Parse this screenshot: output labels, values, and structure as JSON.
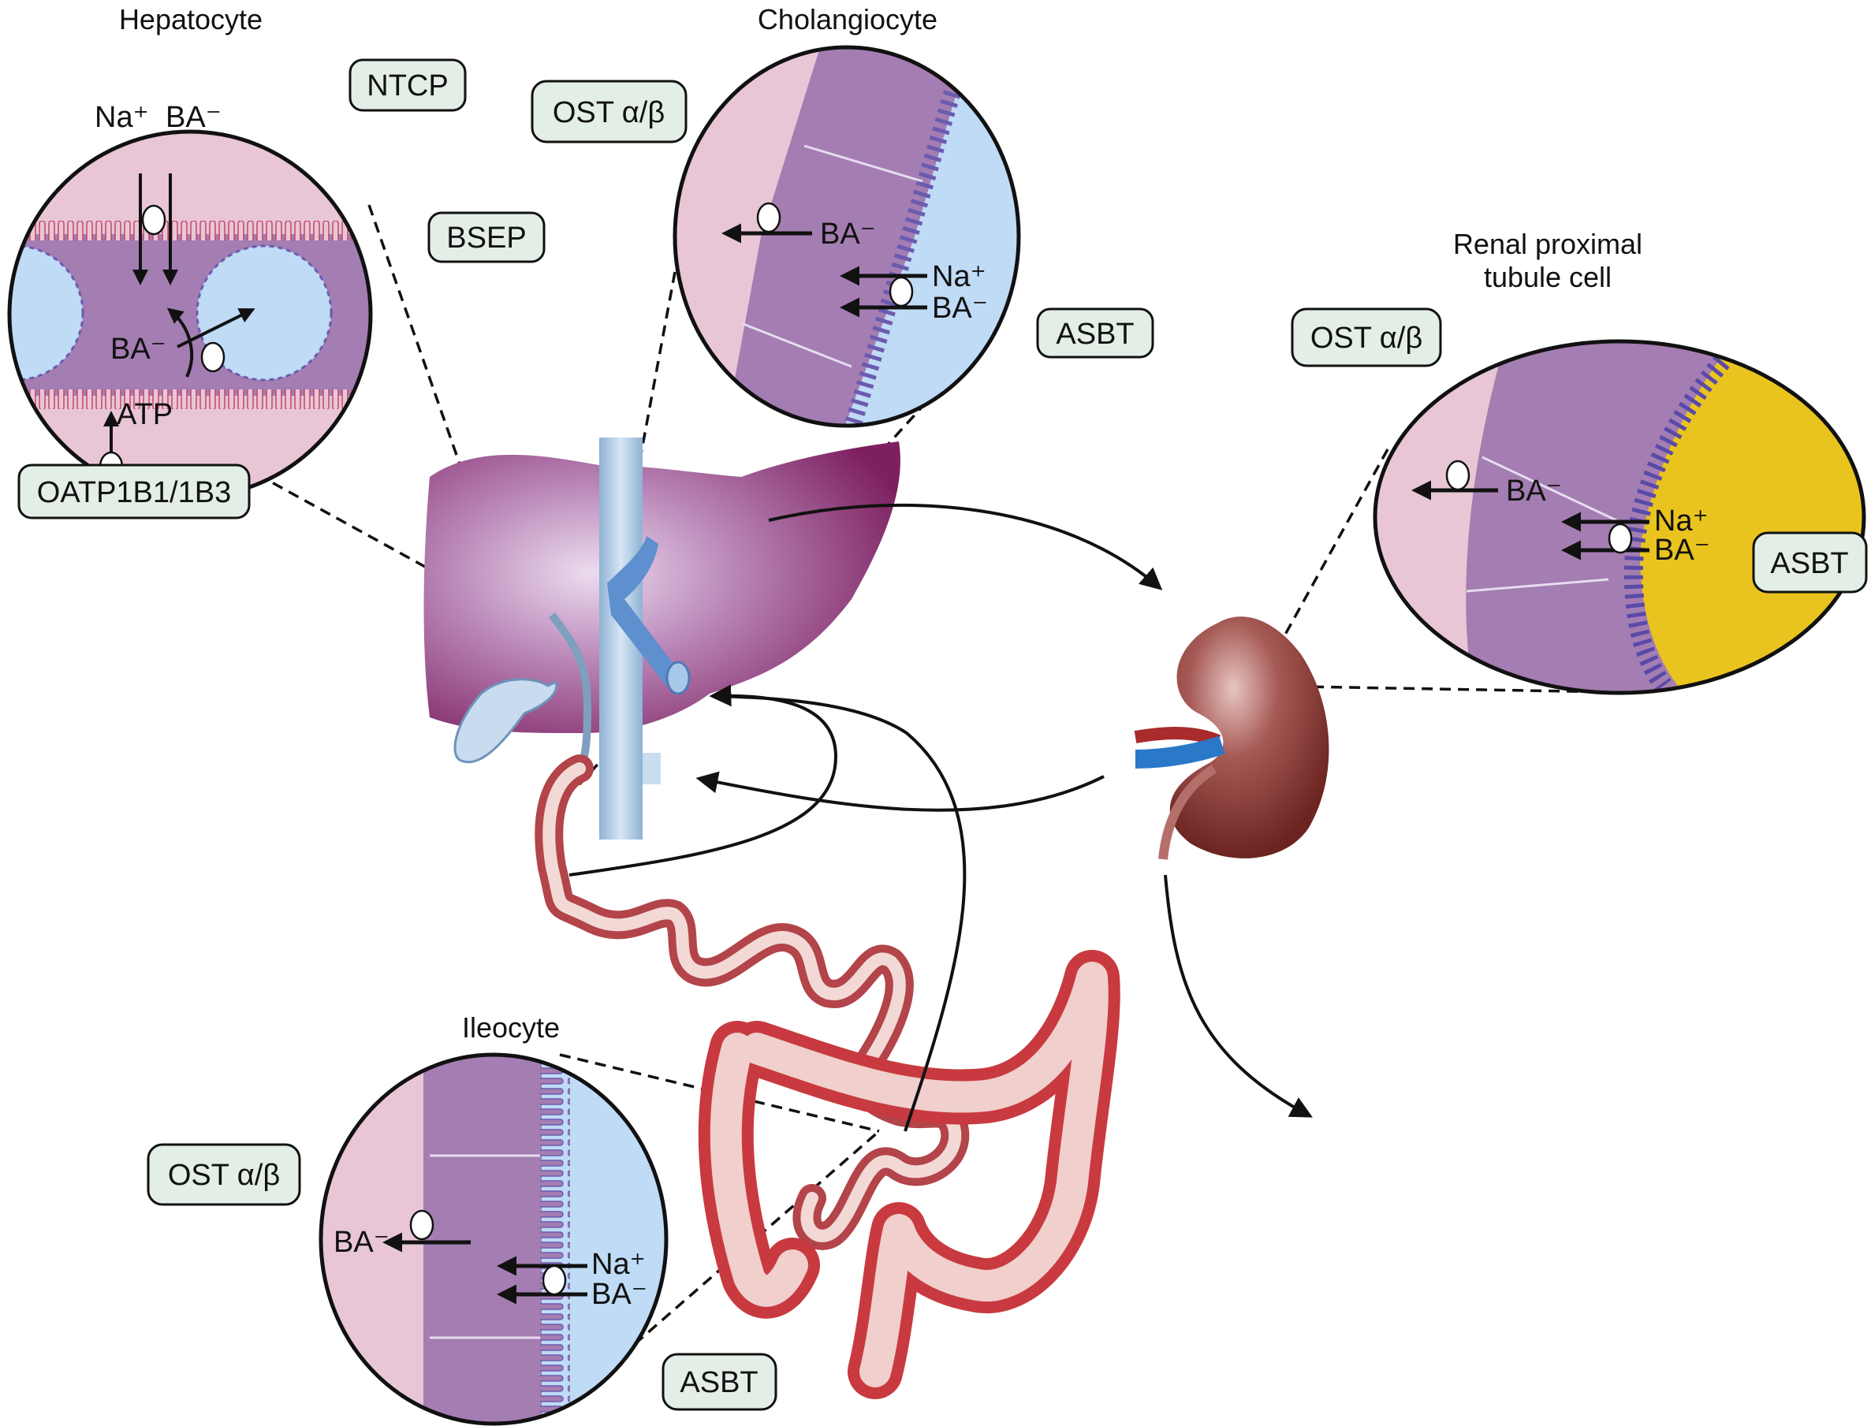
{
  "figure": {
    "cells": {
      "hepatocyte": {
        "title": "Hepatocyte",
        "ions": {
          "na": "Na⁺",
          "ba_in": "BA⁻",
          "ba_mid": "BA⁻",
          "atp": "ATP"
        }
      },
      "cholangiocyte": {
        "title": "Cholangiocyte",
        "ions": {
          "ba_out": "BA⁻",
          "na": "Na⁺",
          "ba_in": "BA⁻"
        }
      },
      "renal": {
        "title_line1": "Renal proximal",
        "title_line2": "tubule cell",
        "ions": {
          "ba_out": "BA⁻",
          "na": "Na⁺",
          "ba_in": "BA⁻"
        }
      },
      "ileocyte": {
        "title": "Ileocyte",
        "ions": {
          "ba_out": "BA⁻",
          "na": "Na⁺",
          "ba_in": "BA⁻"
        }
      }
    },
    "transporters": {
      "ntcp": "NTCP",
      "bsep": "BSEP",
      "oatp": "OATP1B1/1B3",
      "ost_chol": "OST α/β",
      "asbt_chol": "ASBT",
      "ost_renal": "OST α/β",
      "asbt_renal": "ASBT",
      "ost_ileo": "OST α/β",
      "asbt_ileo": "ASBT"
    },
    "organs": [
      "liver",
      "gallbladder",
      "portal-vein",
      "kidney",
      "small-intestine",
      "colon"
    ],
    "colors": {
      "blood_side": "#e8c6d6",
      "cytoplasm": "#a47db2",
      "lumen": "#bfdbf5",
      "renal_lumen": "#e9c41f",
      "label_box": "#e3eee6",
      "liver": "#9c4f8a",
      "kidney": "#8a3a35",
      "intestine": "#c8575a",
      "vein": "#b9d3ea"
    }
  }
}
